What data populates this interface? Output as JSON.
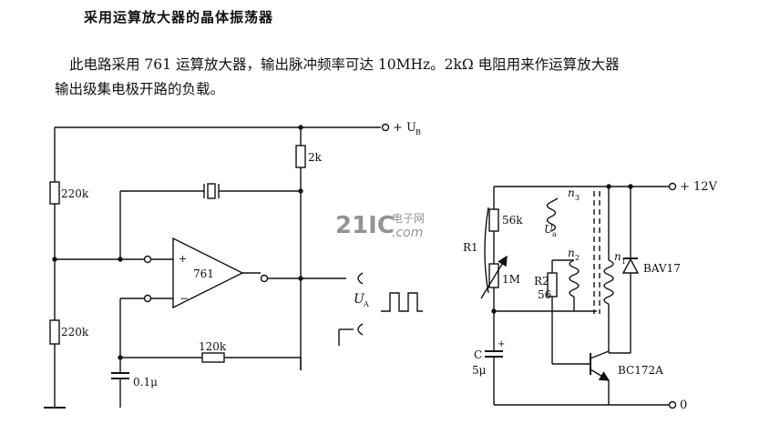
{
  "title": "采用运算放大器的晶体振荡器",
  "paragraph": {
    "line1": "此电路采用 761 运算放大器，输出脉冲频率可达 10MHz。2kΩ 电阻用来作运算放大器",
    "line2": "输出级集电极开路的负载。"
  },
  "left_circuit": {
    "supply_label": "+ U",
    "supply_sub": "B",
    "r_load": "2k",
    "r_top": "220k",
    "r_bottom": "220k",
    "opamp_label": "761",
    "plus_sign": "+",
    "minus_sign": "−",
    "r_feedback": "120k",
    "c_bottom": "0.1μ",
    "output_label": "U",
    "output_sub": "A"
  },
  "right_circuit": {
    "supply": "+ 12V",
    "ground": "0",
    "r_56k": "56k",
    "r1": "R1",
    "pot": "1M",
    "r2": "R2",
    "r2_value": "56",
    "n3": "n",
    "n3_sub": "3",
    "n2": "n",
    "n2_sub": "2",
    "n1": "n",
    "n1_sub": "1",
    "ua": "U",
    "ua_sub": "a",
    "diode": "BAV17",
    "transistor": "BC172A",
    "c": "C",
    "c_value": "5μ",
    "c_plus": "+"
  },
  "watermark": {
    "brand": "21IC",
    "cn": "电子网",
    "domain": ".com"
  }
}
